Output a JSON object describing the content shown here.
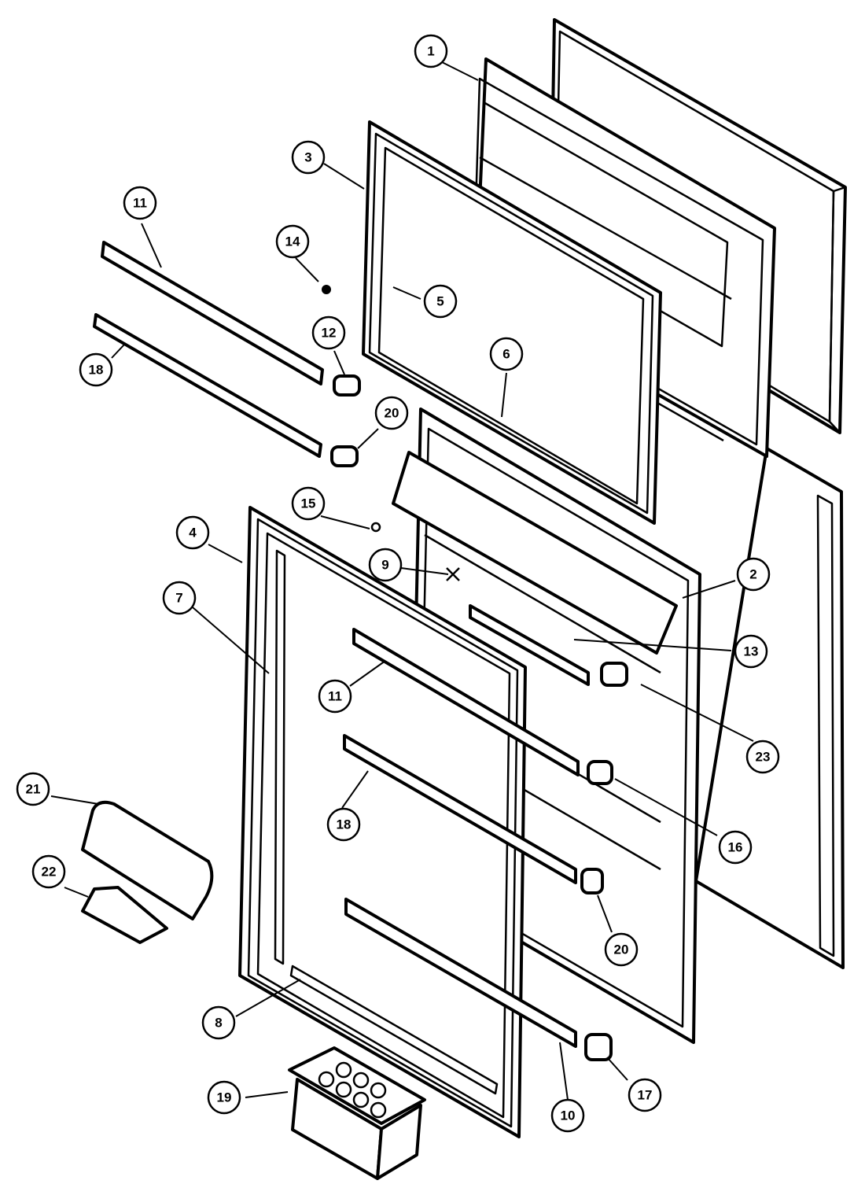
{
  "callouts": [
    {
      "label": "1"
    },
    {
      "label": "2"
    },
    {
      "label": "3"
    },
    {
      "label": "4"
    },
    {
      "label": "5"
    },
    {
      "label": "6"
    },
    {
      "label": "7"
    },
    {
      "label": "8"
    },
    {
      "label": "9"
    },
    {
      "label": "10"
    },
    {
      "label": "11"
    },
    {
      "label": "11"
    },
    {
      "label": "12"
    },
    {
      "label": "13"
    },
    {
      "label": "14"
    },
    {
      "label": "15"
    },
    {
      "label": "16"
    },
    {
      "label": "17"
    },
    {
      "label": "18"
    },
    {
      "label": "18"
    },
    {
      "label": "19"
    },
    {
      "label": "20"
    },
    {
      "label": "20"
    },
    {
      "label": "21"
    },
    {
      "label": "22"
    },
    {
      "label": "23"
    }
  ]
}
